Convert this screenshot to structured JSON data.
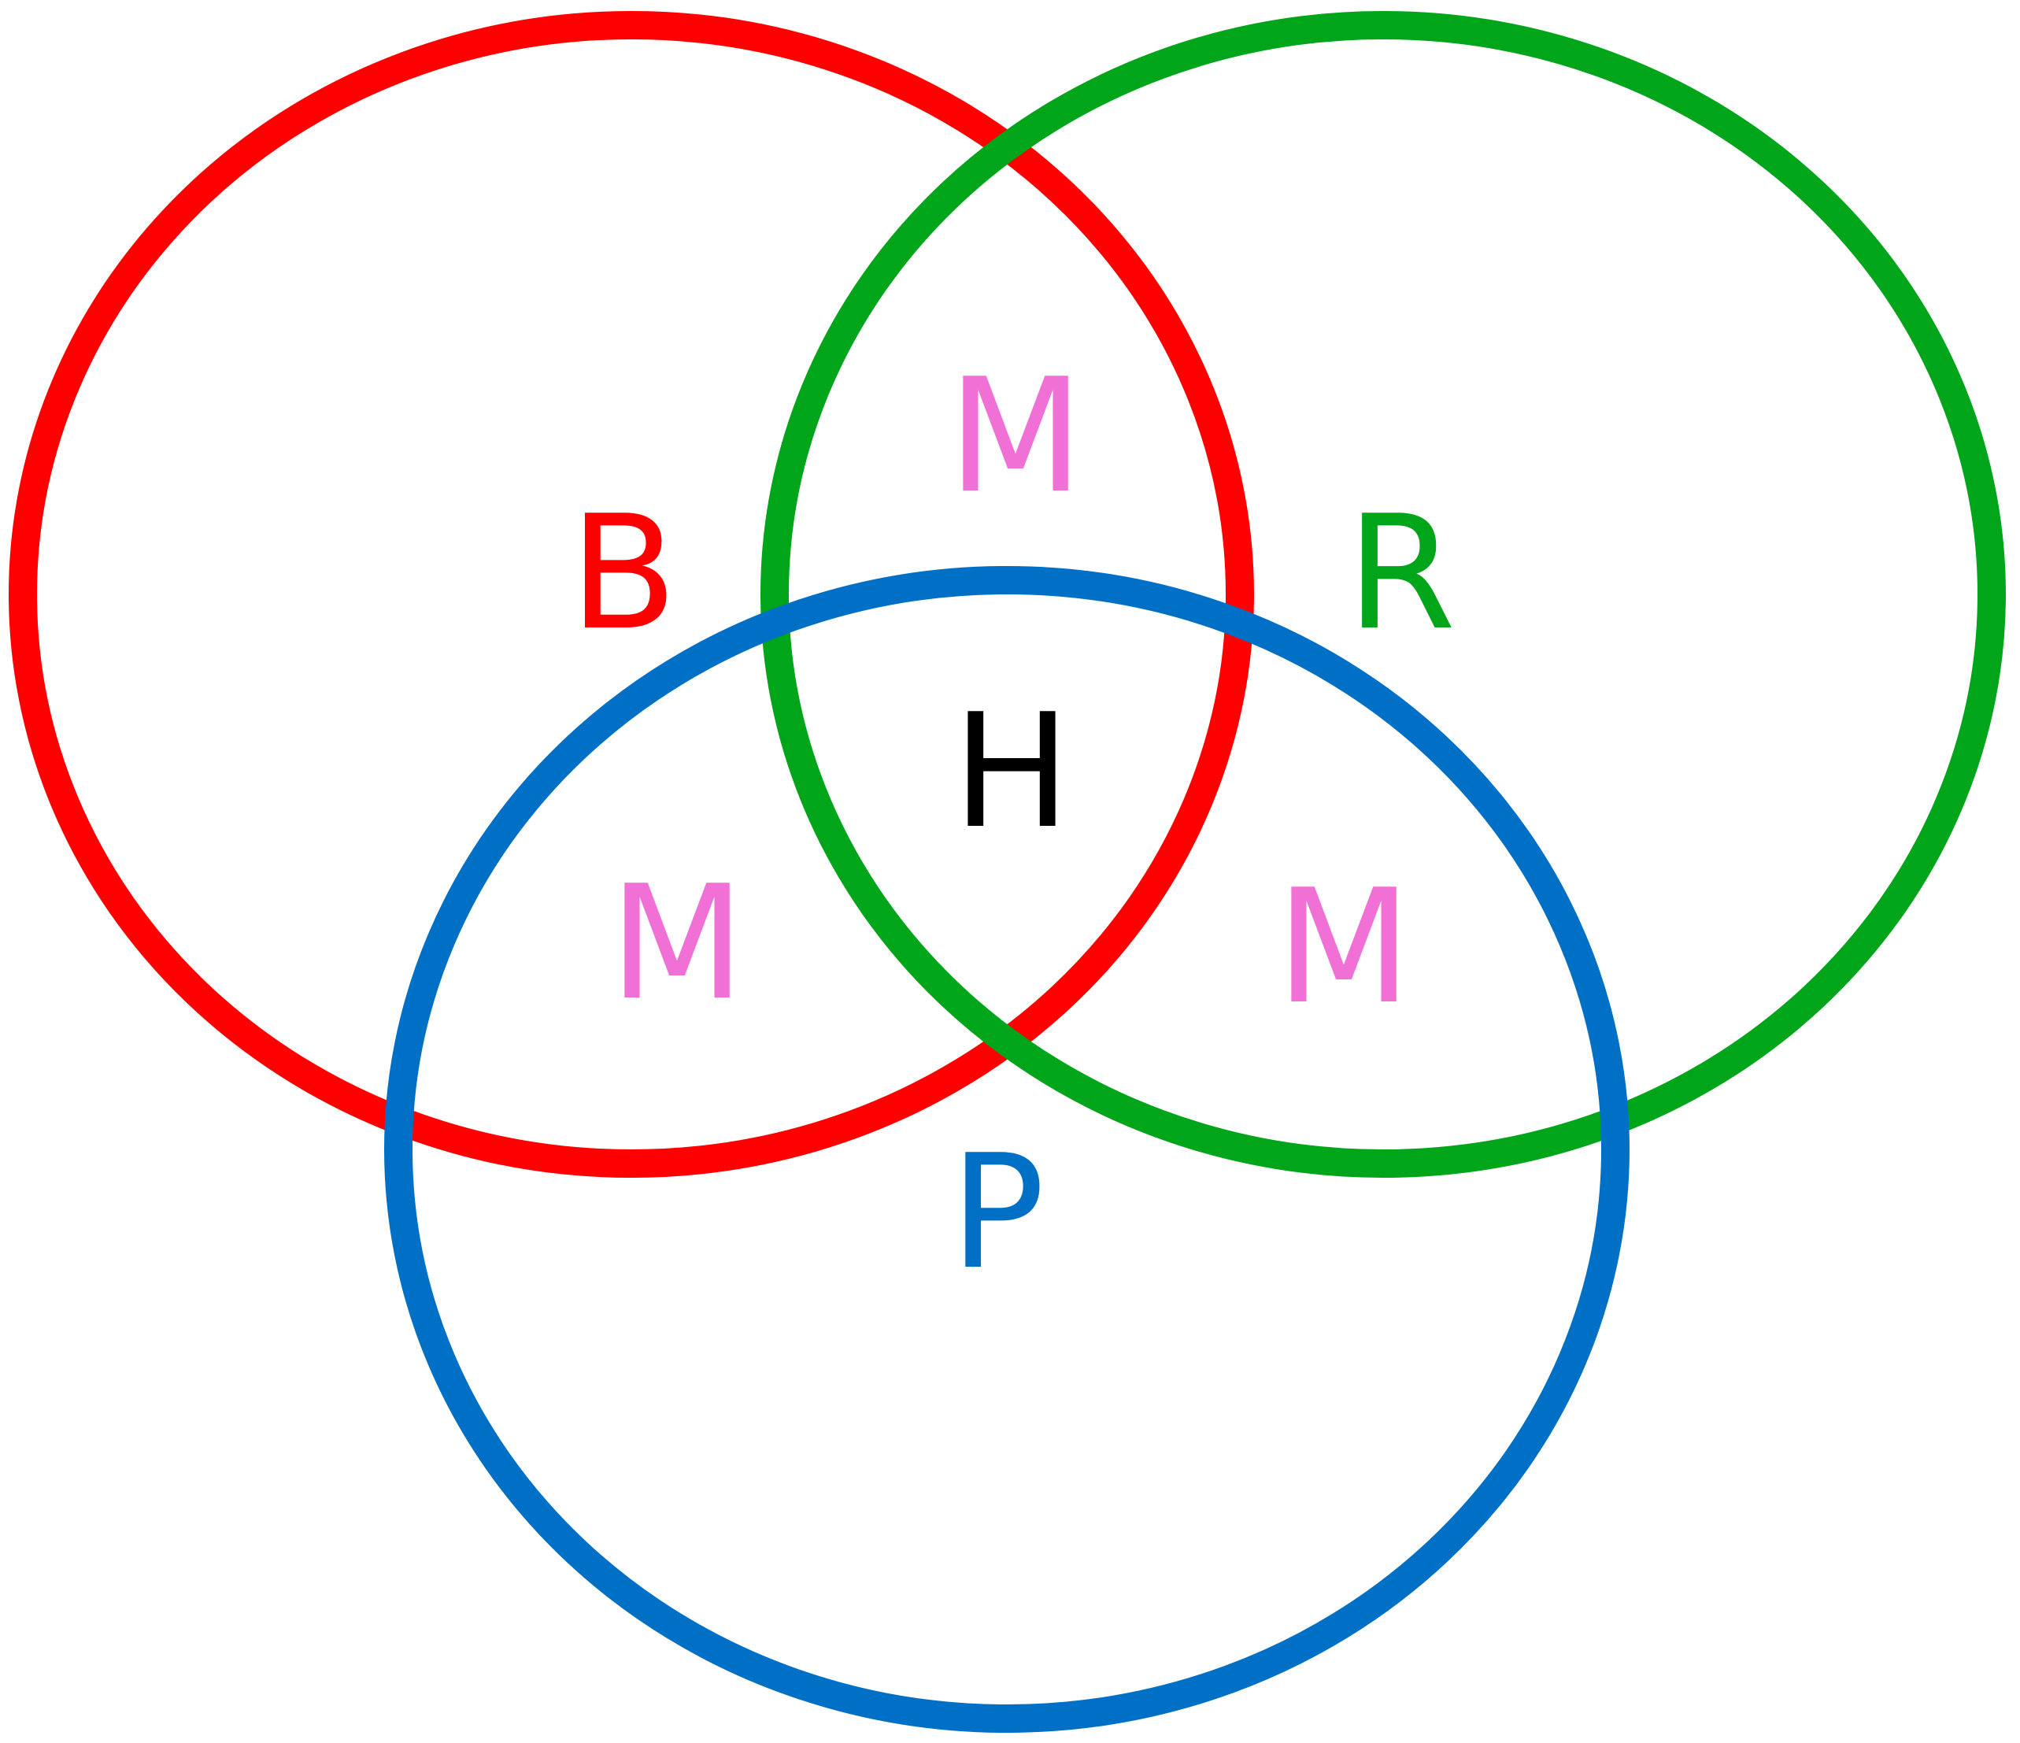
{
  "diagram": {
    "type": "venn",
    "sets": [
      {
        "id": "set-b",
        "label": "B",
        "color": "#ff0000"
      },
      {
        "id": "set-r",
        "label": "R",
        "color": "#00a51a"
      },
      {
        "id": "set-p",
        "label": "P",
        "color": "#0070c6"
      }
    ],
    "regions": {
      "b_r": {
        "label": "M",
        "color": "#f070d6"
      },
      "b_p": {
        "label": "M",
        "color": "#f070d6"
      },
      "r_p": {
        "label": "M",
        "color": "#f070d6"
      },
      "b_r_p": {
        "label": "H",
        "color": "#000000"
      }
    }
  }
}
